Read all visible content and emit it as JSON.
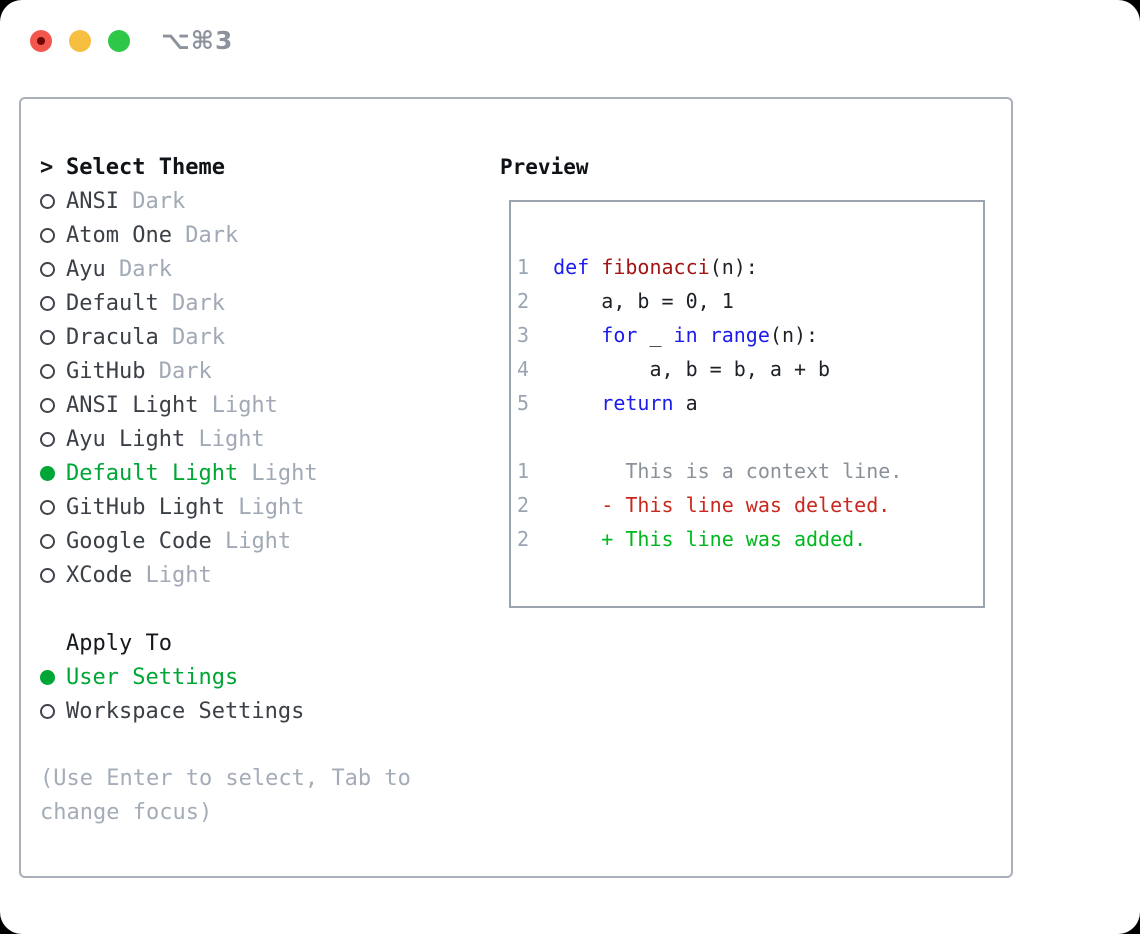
{
  "window": {
    "title": "⌥⌘3",
    "traffic_lights": [
      {
        "name": "close",
        "color": "#f2564c"
      },
      {
        "name": "minimize",
        "color": "#f7bf3f"
      },
      {
        "name": "zoom",
        "color": "#2fc748"
      }
    ]
  },
  "theme_picker": {
    "prompt_char": ">",
    "heading": "Select Theme",
    "themes": [
      {
        "name": "ANSI",
        "variant": "Dark",
        "selected": false
      },
      {
        "name": "Atom One",
        "variant": "Dark",
        "selected": false
      },
      {
        "name": "Ayu",
        "variant": "Dark",
        "selected": false
      },
      {
        "name": "Default",
        "variant": "Dark",
        "selected": false
      },
      {
        "name": "Dracula",
        "variant": "Dark",
        "selected": false
      },
      {
        "name": "GitHub",
        "variant": "Dark",
        "selected": false
      },
      {
        "name": "ANSI Light",
        "variant": "Light",
        "selected": false
      },
      {
        "name": "Ayu Light",
        "variant": "Light",
        "selected": false
      },
      {
        "name": "Default Light",
        "variant": "Light",
        "selected": true
      },
      {
        "name": "GitHub Light",
        "variant": "Light",
        "selected": false
      },
      {
        "name": "Google Code",
        "variant": "Light",
        "selected": false
      },
      {
        "name": "XCode",
        "variant": "Light",
        "selected": false
      }
    ],
    "apply_to": {
      "heading": "Apply To",
      "options": [
        {
          "label": "User Settings",
          "selected": true
        },
        {
          "label": "Workspace Settings",
          "selected": false
        }
      ]
    },
    "hint_lines": [
      "(Use Enter to select, Tab to",
      "change focus)"
    ]
  },
  "preview": {
    "heading": "Preview",
    "lines": [
      {
        "num": "1",
        "segs": [
          {
            "c": "plain",
            "t": "  "
          },
          {
            "c": "kw",
            "t": "def"
          },
          {
            "c": "plain",
            "t": " "
          },
          {
            "c": "fn",
            "t": "fibonacci"
          },
          {
            "c": "plain",
            "t": "(n):"
          }
        ]
      },
      {
        "num": "2",
        "segs": [
          {
            "c": "plain",
            "t": "      a, b = 0, 1"
          }
        ]
      },
      {
        "num": "3",
        "segs": [
          {
            "c": "plain",
            "t": "      "
          },
          {
            "c": "kw",
            "t": "for"
          },
          {
            "c": "plain",
            "t": " _ "
          },
          {
            "c": "kw",
            "t": "in"
          },
          {
            "c": "plain",
            "t": " "
          },
          {
            "c": "kw",
            "t": "range"
          },
          {
            "c": "plain",
            "t": "(n):"
          }
        ]
      },
      {
        "num": "4",
        "segs": [
          {
            "c": "plain",
            "t": "          a, b = b, a + b"
          }
        ]
      },
      {
        "num": "5",
        "segs": [
          {
            "c": "plain",
            "t": "      "
          },
          {
            "c": "kw",
            "t": "return"
          },
          {
            "c": "plain",
            "t": " a"
          }
        ]
      },
      {
        "num": "",
        "segs": []
      },
      {
        "num": "1",
        "segs": [
          {
            "c": "ctx",
            "t": "        This is a context line."
          }
        ]
      },
      {
        "num": "2",
        "segs": [
          {
            "c": "del",
            "t": "      - This line was deleted."
          }
        ]
      },
      {
        "num": "2",
        "segs": [
          {
            "c": "add",
            "t": "      + This line was added."
          }
        ]
      }
    ]
  },
  "colors": {
    "selection_green": "#00a636",
    "added_green": "#00b81e",
    "deleted_red": "#c9281e",
    "keyword_blue": "#1c1cec",
    "function_red": "#a31515",
    "muted_gray": "#a0a9b5",
    "line_number_gray": "#9aa4b2",
    "border_gray": "#9aa3ae"
  }
}
